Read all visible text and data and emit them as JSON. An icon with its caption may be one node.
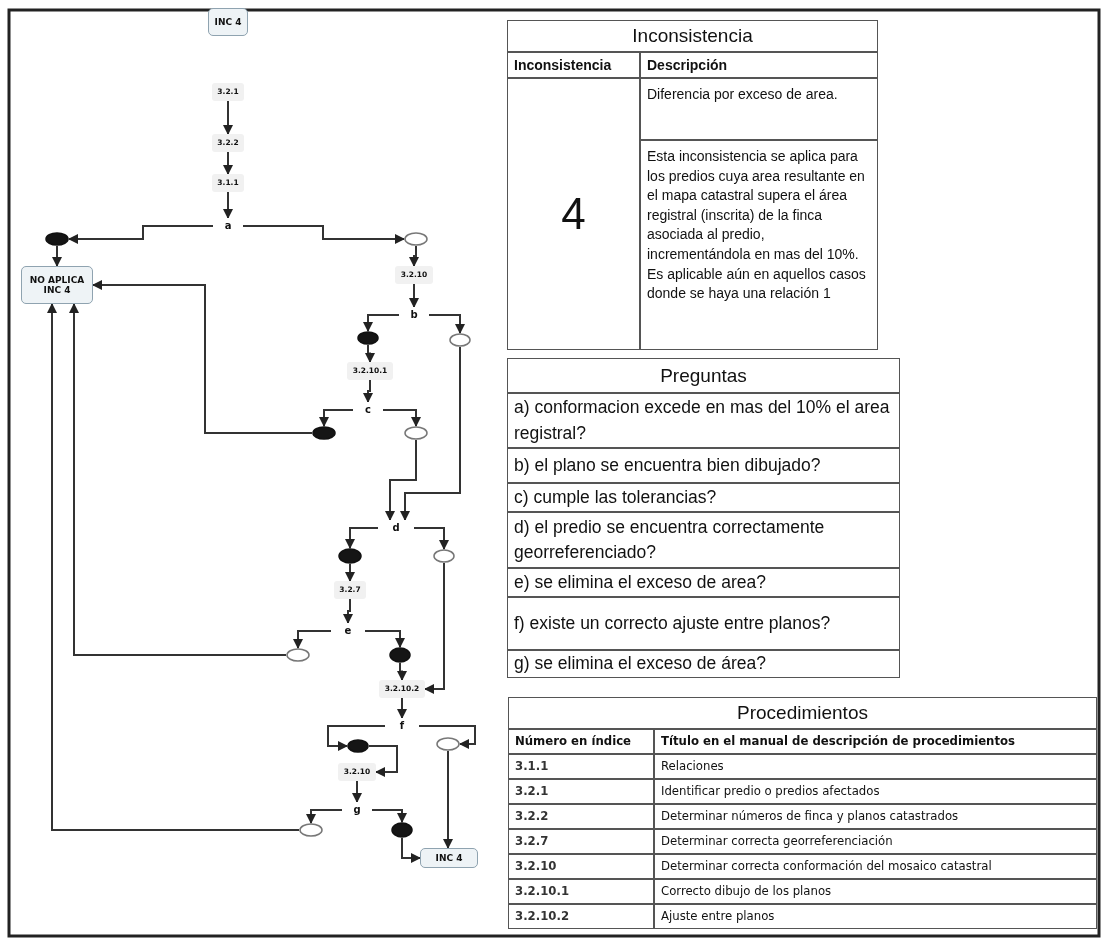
{
  "diagram": {
    "nodes": [
      {
        "text": [
          "INC 4"
        ]
      },
      {
        "text": [
          "3.2.1"
        ]
      },
      {
        "text": [
          "3.2.2"
        ]
      },
      {
        "text": [
          "3.1.1"
        ]
      },
      {
        "text": [
          "a"
        ]
      },
      {
        "text": [],
        "shape": "circle"
      },
      {
        "text": [
          "NO APLICA INC 4"
        ]
      },
      {
        "text": [],
        "shape": "circle"
      },
      {
        "text": [
          "3.2.10"
        ]
      },
      {
        "text": [
          "b"
        ]
      },
      {
        "text": [],
        "shape": "circle"
      },
      {
        "text": [],
        "shape": "circle"
      },
      {
        "text": [
          "3.2.10.1"
        ]
      },
      {
        "text": [
          "c"
        ]
      },
      {
        "text": [],
        "shape": "circle"
      },
      {
        "text": [],
        "shape": "circle"
      },
      {
        "text": [
          "d"
        ]
      },
      {
        "text": [],
        "shape": "circle"
      },
      {
        "text": [],
        "shape": "circle"
      },
      {
        "text": [
          "3.2.7"
        ]
      },
      {
        "text": [
          "e"
        ]
      },
      {
        "text": [],
        "shape": "circle"
      },
      {
        "text": [],
        "shape": "circle"
      },
      {
        "text": [
          "3.2.10.2"
        ]
      },
      {
        "text": [
          "f"
        ]
      },
      {
        "text": [],
        "shape": "circle"
      },
      {
        "text": [],
        "shape": "circle"
      },
      {
        "text": [
          "3.2.10"
        ]
      },
      {
        "text": [
          "g"
        ]
      },
      {
        "text": [],
        "shape": "circle"
      },
      {
        "text": [],
        "shape": "circle"
      },
      {
        "text": [
          "INC 4"
        ]
      }
    ],
    "edges": [
      {
        "from": 1,
        "to": 2,
        "arrow": "to"
      },
      {
        "from": 2,
        "to": 3,
        "arrow": "to"
      },
      {
        "from": 3,
        "to": 4,
        "arrow": "to"
      },
      {
        "from": 4,
        "to": 5,
        "arrow": "to"
      },
      {
        "from": 4,
        "to": 7,
        "arrow": "to"
      },
      {
        "from": 5,
        "to": 6,
        "arrow": "to"
      },
      {
        "from": 7,
        "to": 8,
        "arrow": "to"
      },
      {
        "from": 8,
        "to": 9,
        "arrow": "to"
      },
      {
        "from": 9,
        "to": 10,
        "arrow": "to"
      },
      {
        "from": 9,
        "to": 11,
        "arrow": "to"
      },
      {
        "from": 10,
        "to": 12,
        "arrow": "to"
      },
      {
        "from": 12,
        "to": 13,
        "arrow": "to"
      },
      {
        "from": 13,
        "to": 14,
        "arrow": "to"
      },
      {
        "from": 13,
        "to": 15,
        "arrow": "to"
      },
      {
        "from": 14,
        "to": 6,
        "arrow": "to"
      },
      {
        "from": 15,
        "to": 16,
        "arrow": "to"
      },
      {
        "from": 11,
        "to": 16,
        "arrow": "to"
      },
      {
        "from": 16,
        "to": 17,
        "arrow": "to"
      },
      {
        "from": 16,
        "to": 18,
        "arrow": "to"
      },
      {
        "from": 17,
        "to": 19,
        "arrow": "to"
      },
      {
        "from": 19,
        "to": 20,
        "arrow": "to"
      },
      {
        "from": 20,
        "to": 21,
        "arrow": "to"
      },
      {
        "from": 20,
        "to": 22,
        "arrow": "to"
      },
      {
        "from": 21,
        "to": 6,
        "arrow": "to"
      },
      {
        "from": 22,
        "to": 23,
        "arrow": "to"
      },
      {
        "from": 18,
        "to": 23,
        "arrow": "to"
      },
      {
        "from": 23,
        "to": 24,
        "arrow": "to"
      },
      {
        "from": 24,
        "to": 25,
        "arrow": "to"
      },
      {
        "from": 24,
        "to": 26,
        "arrow": "to"
      },
      {
        "from": 25,
        "to": 27,
        "arrow": "to"
      },
      {
        "from": 27,
        "to": 28,
        "arrow": "to"
      },
      {
        "from": 28,
        "to": 29,
        "arrow": "to"
      },
      {
        "from": 28,
        "to": 30,
        "arrow": "to"
      },
      {
        "from": 29,
        "to": 6,
        "arrow": "to"
      },
      {
        "from": 30,
        "to": 31,
        "arrow": "to"
      },
      {
        "from": 26,
        "to": 31,
        "arrow": "to"
      }
    ],
    "labels": [
      "Inconsistencia",
      "Inconsistencia",
      "Descripción",
      "4",
      "Diferencia por exceso de area.",
      "Esta inconsistencia se aplica para los predios cuya area resultante en el mapa catastral supera el área registral (inscrita) de la finca asociada al predio, incrementándola en mas del 10%. Es aplicable aún en aquellos casos donde se haya una relación 1",
      "Preguntas",
      "a) conformacion excede en mas del 10% el area registral?",
      "b) el plano se encuentra bien dibujado?",
      "c) cumple las tolerancias?",
      "d) el predio se encuentra correctamente georreferenciado?",
      "e) se elimina el exceso de area?",
      "f) existe un correcto ajuste entre planos?",
      "g) se elimina el exceso de área?",
      "Procedimientos",
      "Número en índice",
      "Título en el manual de descripción de procedimientos",
      "3.1.1",
      "Relaciones",
      "3.2.1",
      "Identificar predio o predios afectados",
      "3.2.2",
      "Determinar números de finca y planos catastrados",
      "3.2.7",
      "Determinar correcta georreferenciación",
      "3.2.10",
      "Determinar correcta conformación del mosaico catastral",
      "3.2.10.1",
      "Correcto dibujo de los planos",
      "3.2.10.2",
      "Ajuste entre planos"
    ]
  }
}
